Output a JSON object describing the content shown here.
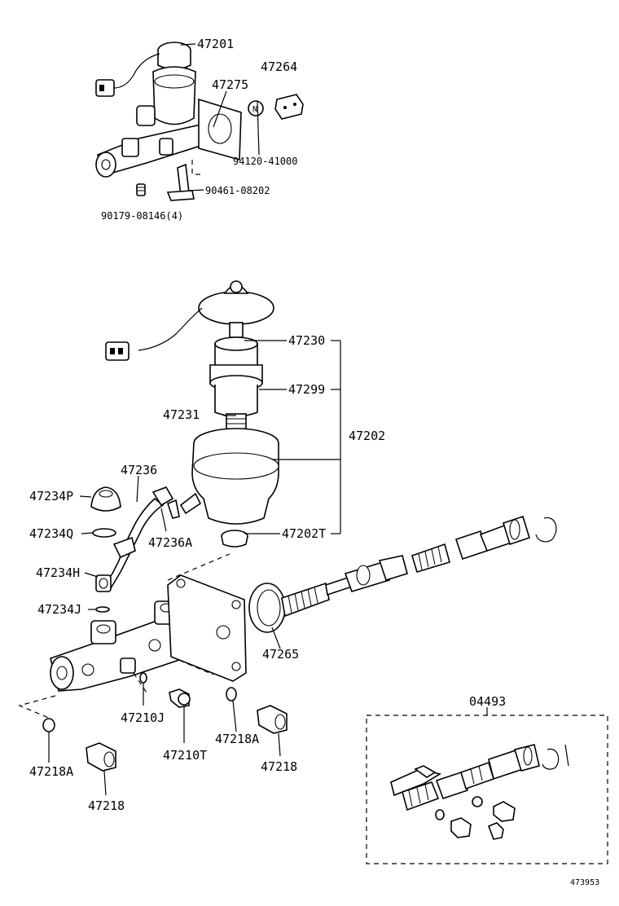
{
  "diagram": {
    "top_assembly_labels": {
      "p47201": "47201",
      "p47275": "47275",
      "p47264": "47264",
      "p94120": "94120-41000",
      "p90461": "90461-08202",
      "p90179": "90179-08146(4)"
    },
    "main_assembly_labels": {
      "p47230": "47230",
      "p47299": "47299",
      "p47231": "47231",
      "p47202": "47202",
      "p47202T": "47202T",
      "p47236": "47236",
      "p47236A": "47236A",
      "p47234P": "47234P",
      "p47234Q": "47234Q",
      "p47234H": "47234H",
      "p47234J": "47234J",
      "p47265": "47265",
      "p47210J": "47210J",
      "p47210T": "47210T",
      "p47218A_left": "47218A",
      "p47218A_mid": "47218A",
      "p47218_left": "47218",
      "p47218_right": "47218"
    },
    "kit": {
      "label": "04493"
    },
    "figure_number": "473953",
    "icons": {
      "washer_mark": "N"
    }
  }
}
